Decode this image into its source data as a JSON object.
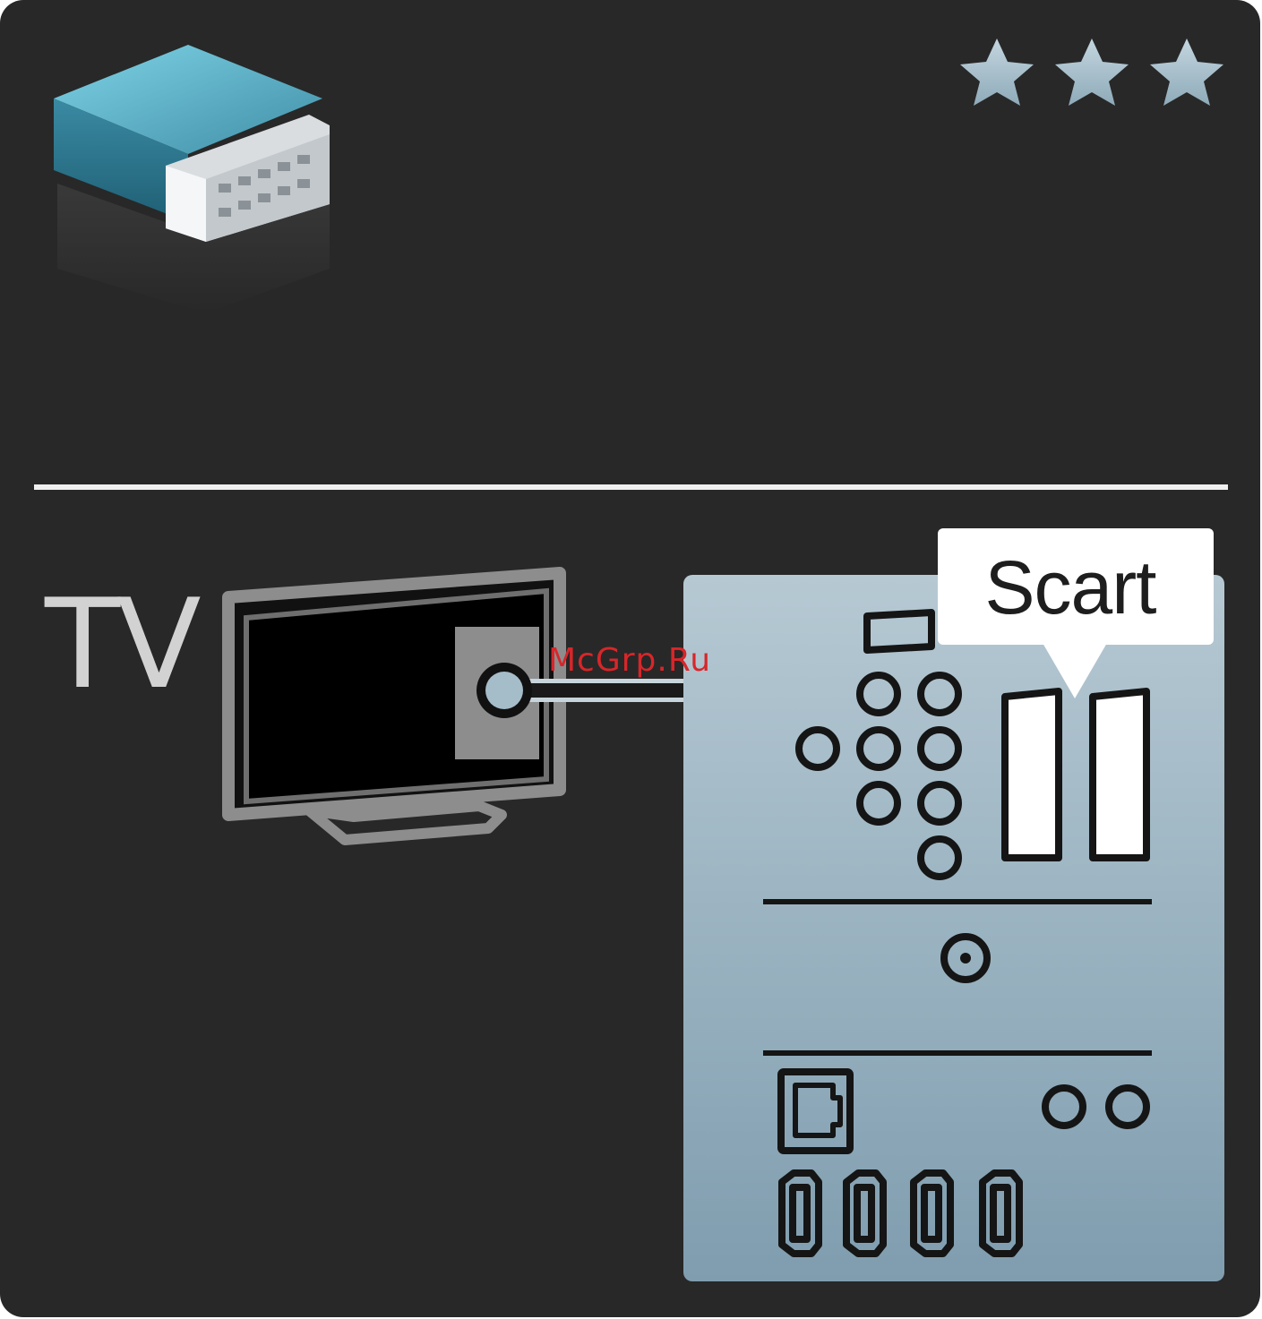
{
  "diagram": {
    "section_label": "TV",
    "callout_label": "Scart",
    "watermark": "McGrp.Ru",
    "difficulty_stars": 3,
    "colors": {
      "background": "#282828",
      "panel": "#a2b8c4",
      "star": "#a9c1cf",
      "connector": "#6fc0d6",
      "watermark": "#d8262a"
    },
    "icons": [
      "scart-connector-icon",
      "star-icon",
      "tv-icon",
      "rear-panel-icon"
    ]
  }
}
